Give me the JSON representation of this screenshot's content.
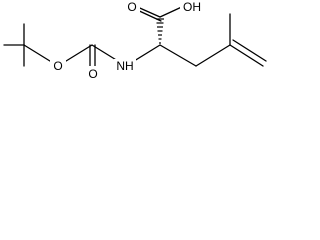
{
  "molecule": {
    "atoms": {
      "carboxyl_oh": "OH",
      "carboxyl_o": "O",
      "carbamate_o_single": "O",
      "carbamate_o_double": "O",
      "amide_nh": "NH"
    }
  },
  "colors": {
    "bond": "#000000",
    "label": "#000000",
    "background": "#ffffff"
  }
}
